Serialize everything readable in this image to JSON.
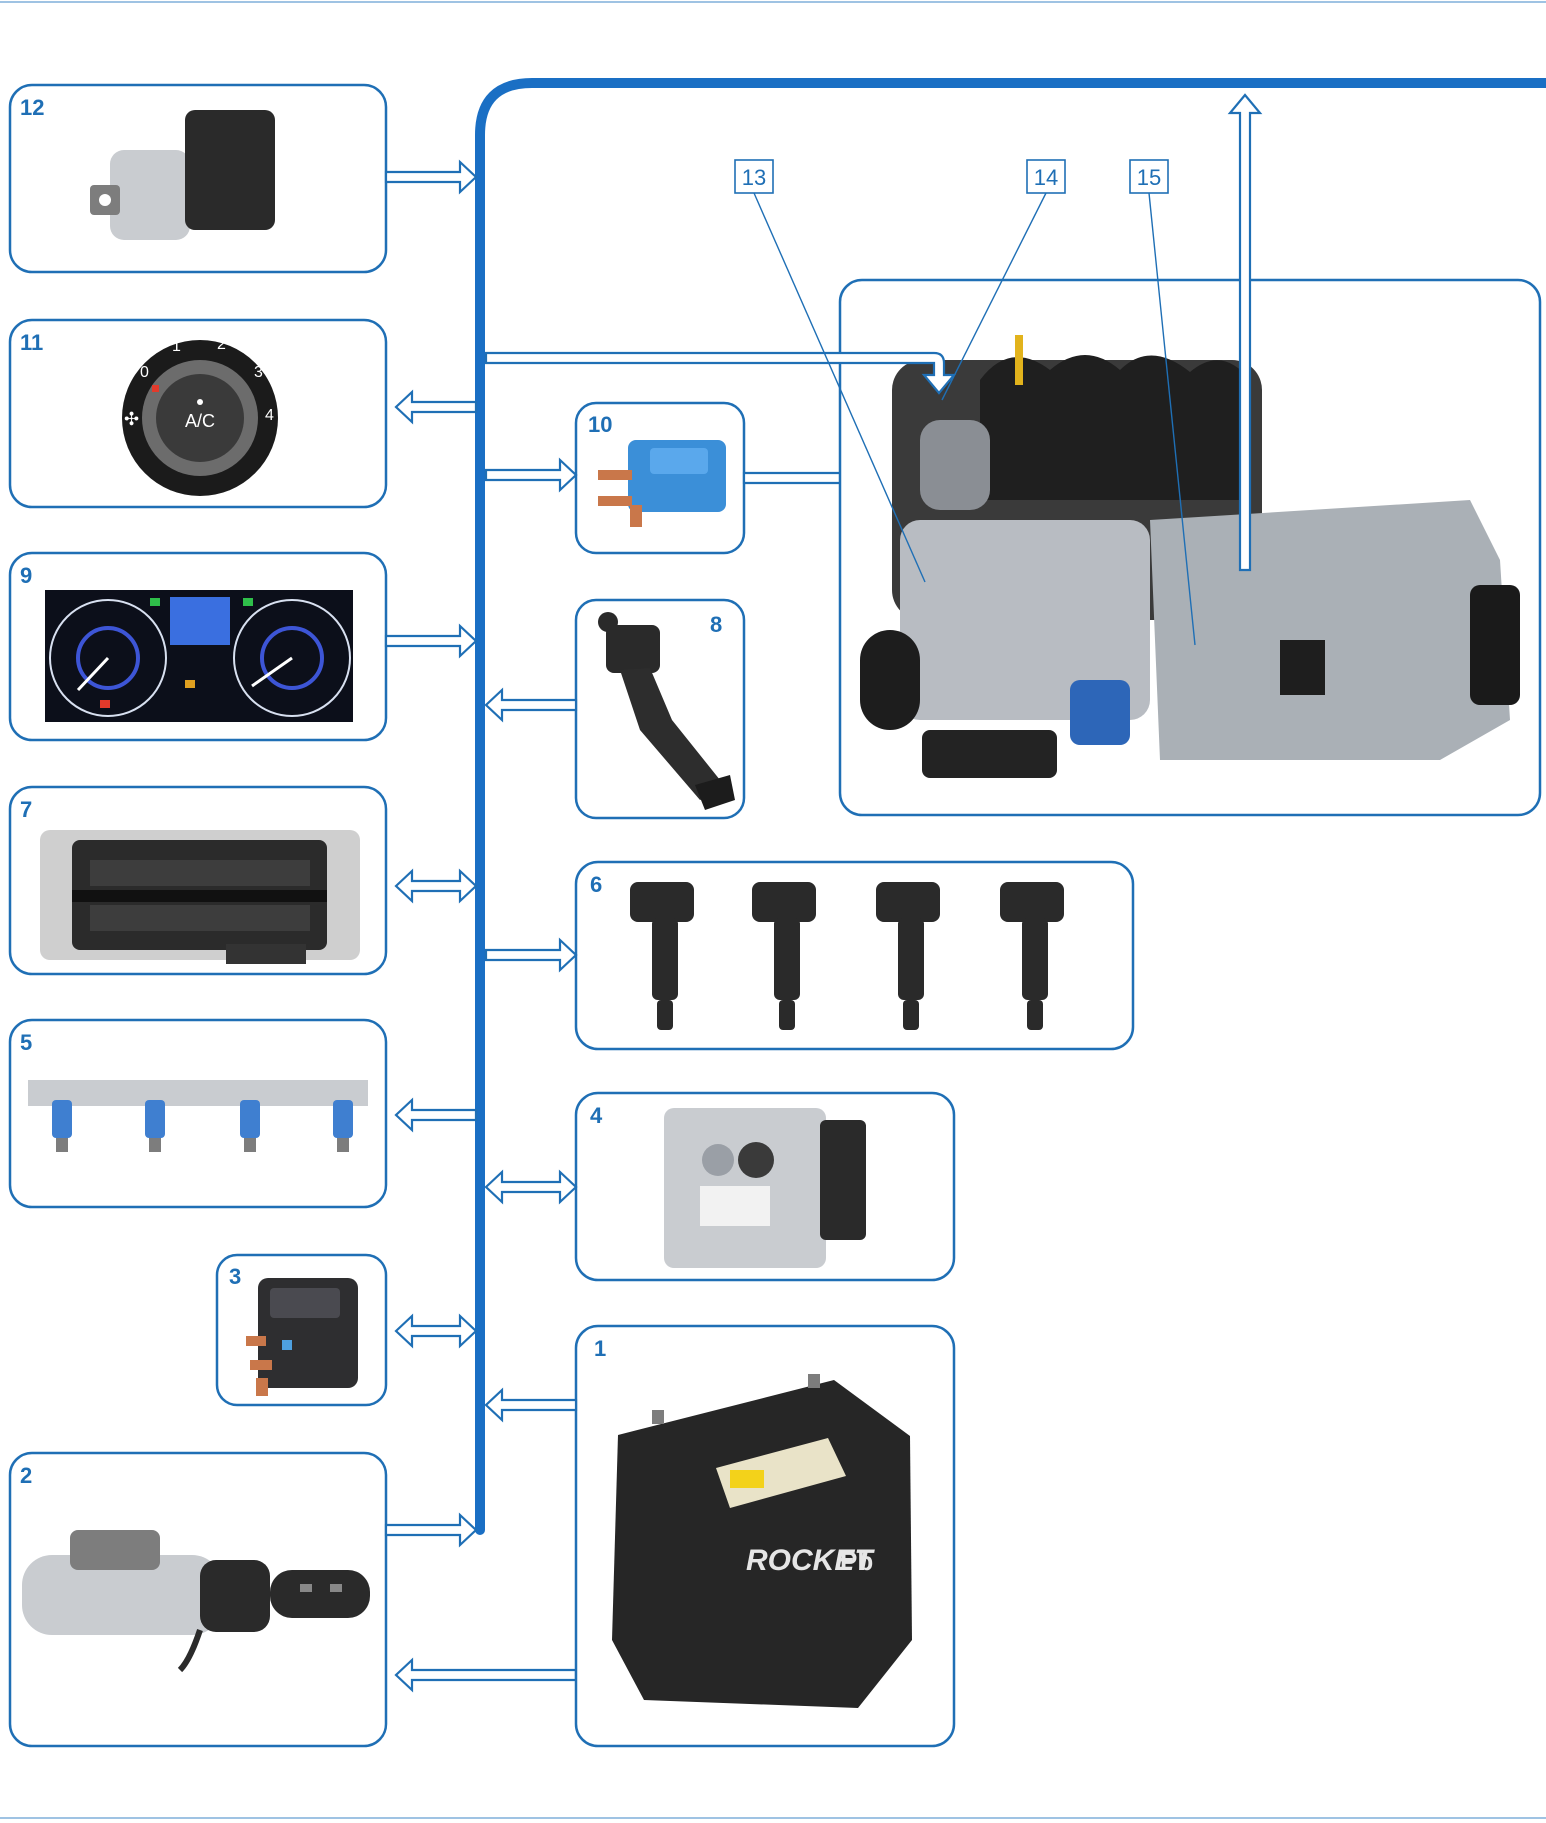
{
  "components": {
    "c1": "1",
    "c2": "2",
    "c3": "3",
    "c4": "4",
    "c5": "5",
    "c6": "6",
    "c7": "7",
    "c8": "8",
    "c9": "9",
    "c10": "10",
    "c11": "11",
    "c12": "12"
  },
  "callouts": {
    "c13": "13",
    "c14": "14",
    "c15": "15"
  },
  "switch_labels": {
    "ac": "A/C",
    "positions": [
      "0",
      "1",
      "2",
      "3",
      "4"
    ]
  },
  "battery_labels": {
    "brand": "ROCKET",
    "symbol": "Pb"
  },
  "colors": {
    "accent": "#1f6fb5",
    "bus": "#1a6fc4"
  }
}
